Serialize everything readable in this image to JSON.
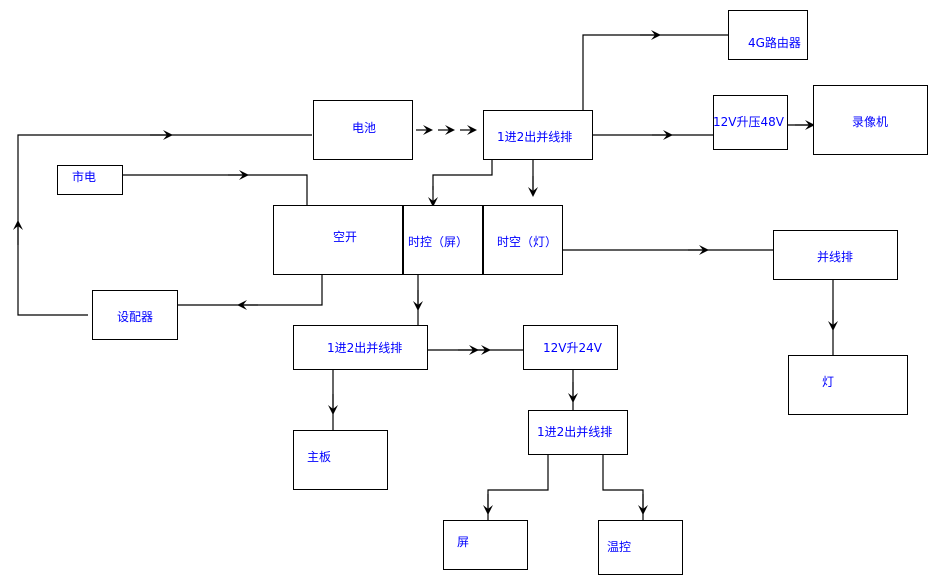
{
  "nodes": {
    "router4g": "4G路由器",
    "battery": "电池",
    "splitter_top": "1进2出并线排",
    "boost_12_48": "12V升压48V",
    "recorder": "录像机",
    "mains": "市电",
    "breaker": "空开",
    "timer_screen": "时控（屏）",
    "timer_light": "时空（灯）",
    "strip_right": "并线排",
    "adapter": "设配器",
    "splitter_mid": "1进2出并线排",
    "boost_12_24": "12V升24V",
    "light": "灯",
    "mainboard": "主板",
    "splitter_bottom": "1进2出并线排",
    "screen": "屏",
    "temp_ctrl": "温控"
  }
}
